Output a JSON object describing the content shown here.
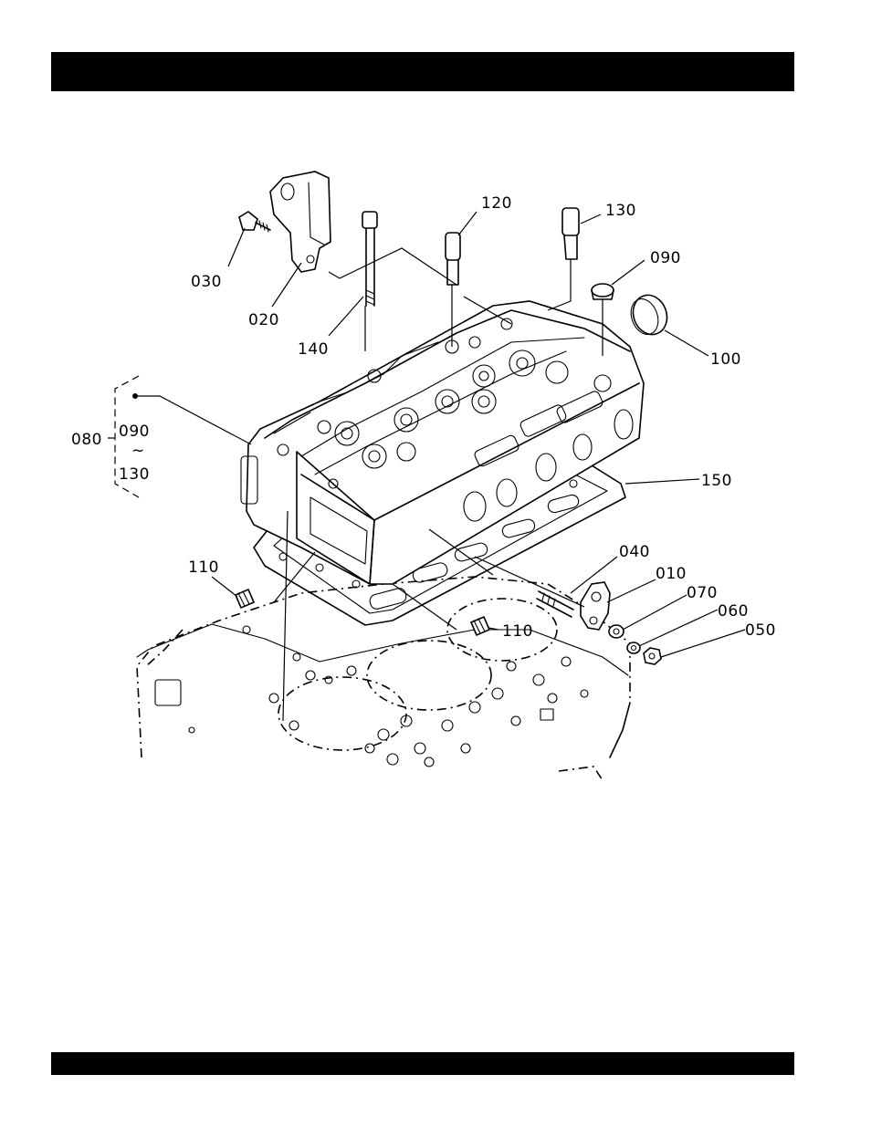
{
  "header_bar": {
    "color": "#000000"
  },
  "footer_bar": {
    "color": "#000000"
  },
  "callouts": {
    "c010": "010",
    "c020": "020",
    "c030": "030",
    "c040": "040",
    "c050": "050",
    "c060": "060",
    "c070": "070",
    "c080": "080",
    "c080_from": "090",
    "c080_range": "~",
    "c080_to": "130",
    "c090": "090",
    "c100": "100",
    "c110a": "110",
    "c110b": "110",
    "c120": "120",
    "c130": "130",
    "c140": "140",
    "c150": "150"
  }
}
